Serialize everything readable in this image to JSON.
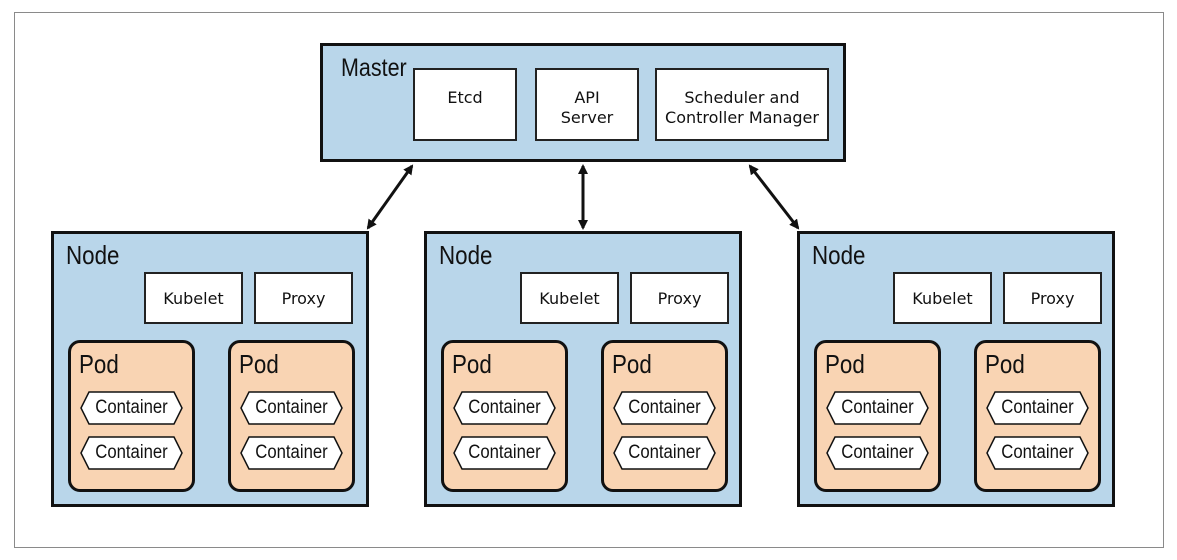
{
  "master": {
    "title": "Master",
    "components": [
      {
        "lines": [
          "Etcd"
        ]
      },
      {
        "lines": [
          "API",
          "Server"
        ]
      },
      {
        "lines": [
          "Scheduler and",
          "Controller Manager"
        ]
      }
    ]
  },
  "nodes": [
    {
      "title": "Node",
      "kubelet": "Kubelet",
      "proxy": "Proxy",
      "pods": [
        {
          "title": "Pod",
          "containers": [
            "Container",
            "Container"
          ]
        },
        {
          "title": "Pod",
          "containers": [
            "Container",
            "Container"
          ]
        }
      ]
    },
    {
      "title": "Node",
      "kubelet": "Kubelet",
      "proxy": "Proxy",
      "pods": [
        {
          "title": "Pod",
          "containers": [
            "Container",
            "Container"
          ]
        },
        {
          "title": "Pod",
          "containers": [
            "Container",
            "Container"
          ]
        }
      ]
    },
    {
      "title": "Node",
      "kubelet": "Kubelet",
      "proxy": "Proxy",
      "pods": [
        {
          "title": "Pod",
          "containers": [
            "Container",
            "Container"
          ]
        },
        {
          "title": "Pod",
          "containers": [
            "Container",
            "Container"
          ]
        }
      ]
    }
  ],
  "colors": {
    "master_fill": "#b9d6ea",
    "node_fill": "#b9d6ea",
    "pod_fill": "#f9d4b3",
    "box_fill": "#ffffff",
    "stroke": "#111111"
  }
}
